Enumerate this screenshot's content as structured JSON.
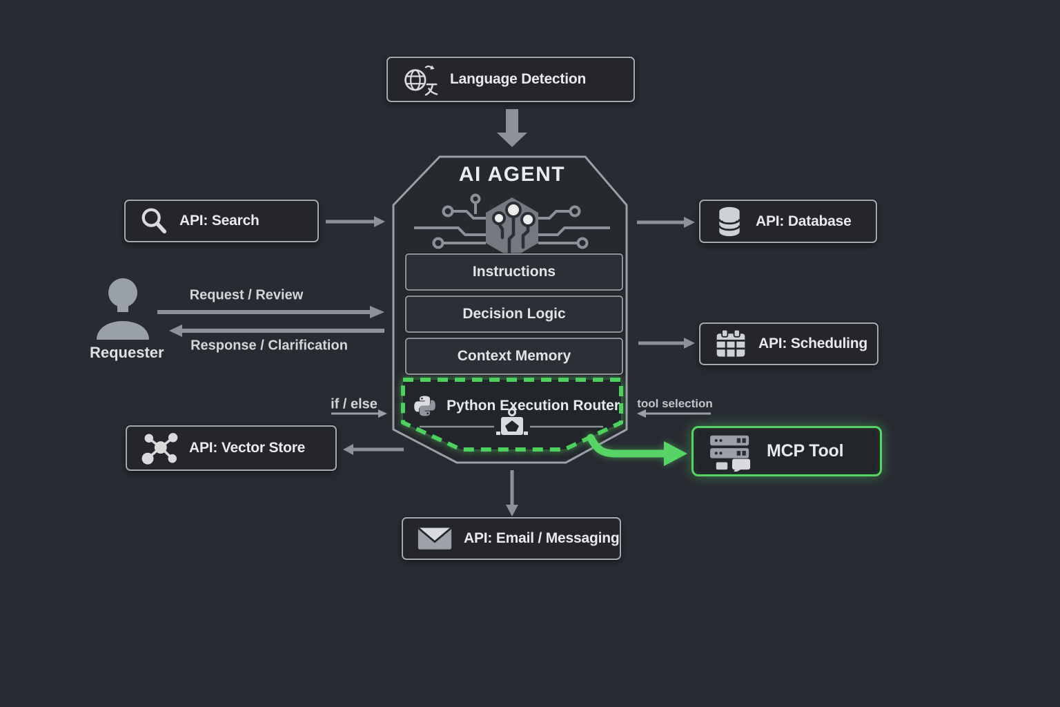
{
  "diagram": {
    "agent": {
      "title": "AI AGENT",
      "modules": [
        {
          "label": "Instructions"
        },
        {
          "label": "Decision Logic"
        },
        {
          "label": "Context Memory"
        }
      ],
      "router": {
        "label": "Python Execution Router"
      }
    },
    "nodes": {
      "language_detection": {
        "label": "Language Detection"
      },
      "api_search": {
        "label": "API: Search"
      },
      "requester": {
        "label": "Requester"
      },
      "api_vector_store": {
        "label": "API: Vector Store"
      },
      "api_database": {
        "label": "API: Database"
      },
      "api_scheduling": {
        "label": "API: Scheduling"
      },
      "mcp_tool": {
        "label": "MCP Tool"
      },
      "api_email_messaging": {
        "label": "API: Email / Messaging"
      }
    },
    "edge_labels": {
      "request_review": "Request / Review",
      "response_clarification": "Response / Clarification",
      "if_else": "if / else",
      "tool_selection": "tool selection"
    },
    "colors": {
      "background": "#282b32",
      "box_border": "#a6abb2",
      "text": "#e8eaec",
      "arrow_gray": "#8d9299",
      "accent_green": "#57d465"
    }
  }
}
